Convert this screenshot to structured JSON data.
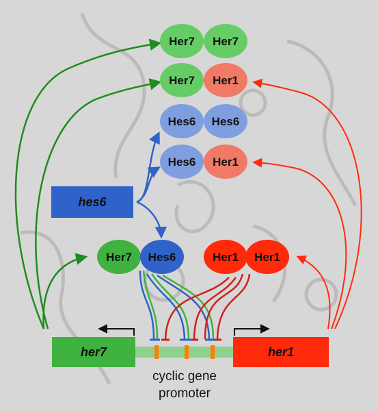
{
  "colors": {
    "green": "#3fb23f",
    "green_dark": "#1e8c1e",
    "red": "#ff2a0a",
    "blue": "#2f63c9",
    "blue_light": "#7f9ee0",
    "green_light": "#66cc66",
    "red_light": "#f07a66",
    "promoter": "#8fd08f",
    "site": "#ff7f00"
  },
  "dimers": {
    "row1": {
      "left": "Her7",
      "right": "Her7"
    },
    "row2": {
      "left": "Her7",
      "right": "Her1"
    },
    "row3": {
      "left": "Hes6",
      "right": "Hes6"
    },
    "row4": {
      "left": "Hes6",
      "right": "Her1"
    },
    "row5a": {
      "left": "Her7",
      "right": "Hes6"
    },
    "row5b": {
      "left": "Her1",
      "right": "Her1"
    }
  },
  "genes": {
    "hes6": "hes6",
    "her7": "her7",
    "her1": "her1"
  },
  "caption": {
    "line1": "cyclic gene",
    "line2": "promoter"
  }
}
